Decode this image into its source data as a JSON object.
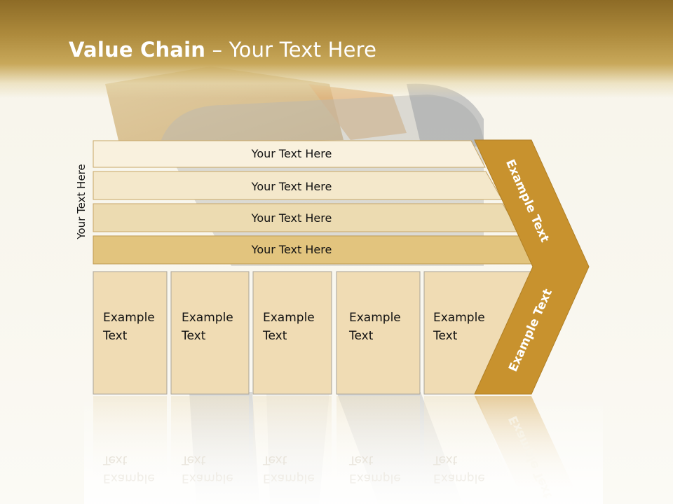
{
  "title": {
    "bold": "Value Chain",
    "rest": " – Your Text Here"
  },
  "side_label": "Your Text Here",
  "rows": [
    {
      "label": "Your Text Here"
    },
    {
      "label": "Your Text Here"
    },
    {
      "label": "Your Text Here"
    },
    {
      "label": "Your Text Here"
    }
  ],
  "columns": [
    {
      "line1": "Example",
      "line2": "Text"
    },
    {
      "line1": "Example",
      "line2": "Text"
    },
    {
      "line1": "Example",
      "line2": "Text"
    },
    {
      "line1": "Example",
      "line2": "Text"
    },
    {
      "line1": "Example",
      "line2": "Text"
    }
  ],
  "chevron": {
    "top_label": "Example Text",
    "bottom_label": "Example Text"
  },
  "colors": {
    "accent": "#c8922e",
    "header": "#a07c30",
    "row1": "#f9f1de",
    "row2": "#f4e8cb",
    "row3": "#ecdbb1",
    "row4": "#e2c47e",
    "column": "#f0dcb4"
  }
}
